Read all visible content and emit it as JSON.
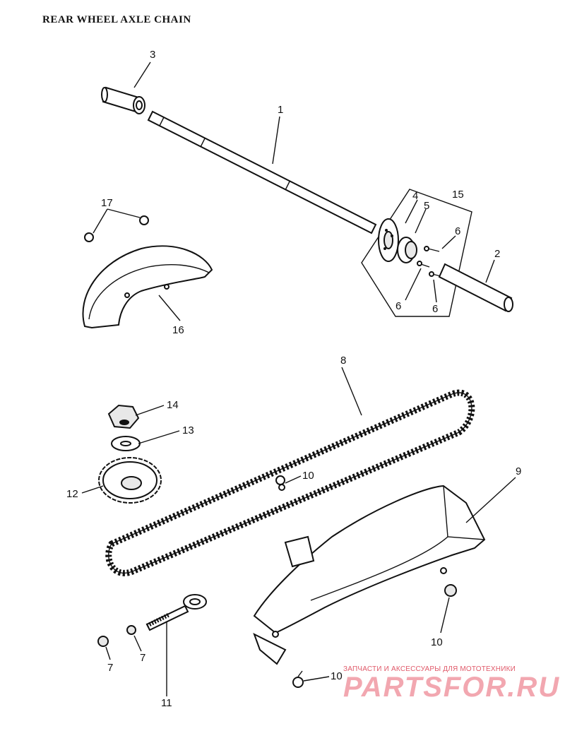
{
  "title": "REAR WHEEL AXLE    CHAIN",
  "callouts": {
    "c1": "1",
    "c2": "2",
    "c3": "3",
    "c4": "4",
    "c5": "5",
    "c6a": "6",
    "c6b": "6",
    "c6c": "6",
    "c7a": "7",
    "c7b": "7",
    "c8": "8",
    "c9": "9",
    "c10a": "10",
    "c10b": "10",
    "c10c": "10",
    "c11": "11",
    "c12": "12",
    "c13": "13",
    "c14": "14",
    "c15": "15",
    "c16": "16",
    "c17": "17"
  },
  "watermark": {
    "caption": "ЗАПЧАСТИ И АКСЕССУАРЫ ДЛЯ МОТОТЕХНИКИ",
    "brand": "PARTSFOR.RU"
  }
}
